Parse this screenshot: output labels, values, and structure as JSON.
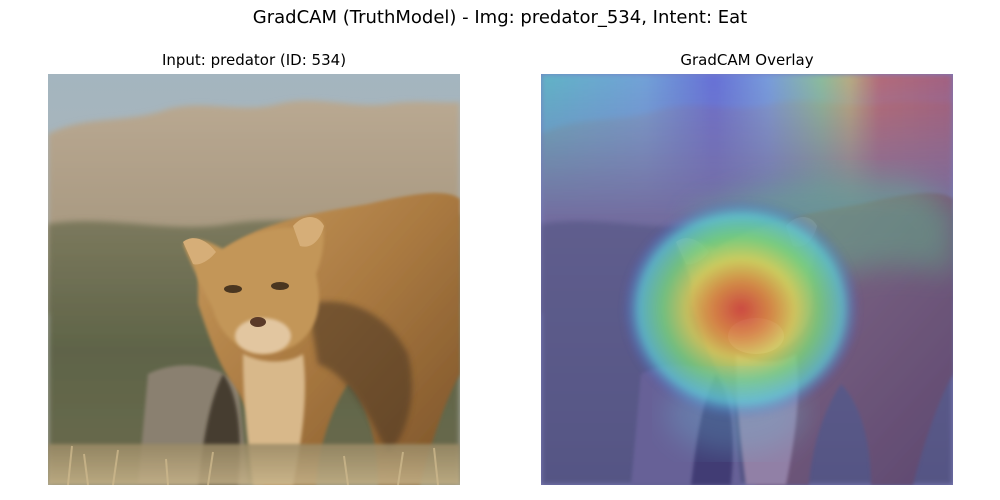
{
  "figure": {
    "title": "GradCAM (TruthModel) - Img: predator_534, Intent: Eat"
  },
  "panels": [
    {
      "title": "Input: predator (ID: 534)",
      "image": "cougar-photo"
    },
    {
      "title": "GradCAM Overlay",
      "image": "cougar-photo-with-gradcam-heatmap"
    }
  ],
  "colors": {
    "sky": "#a9b6bd",
    "mountains": "#b8a690",
    "hills": "#6e6f55",
    "cougar_fur": "#b88a4e",
    "heatmap_hot": "#e8322a",
    "heatmap_cold": "#3c3cc8"
  }
}
